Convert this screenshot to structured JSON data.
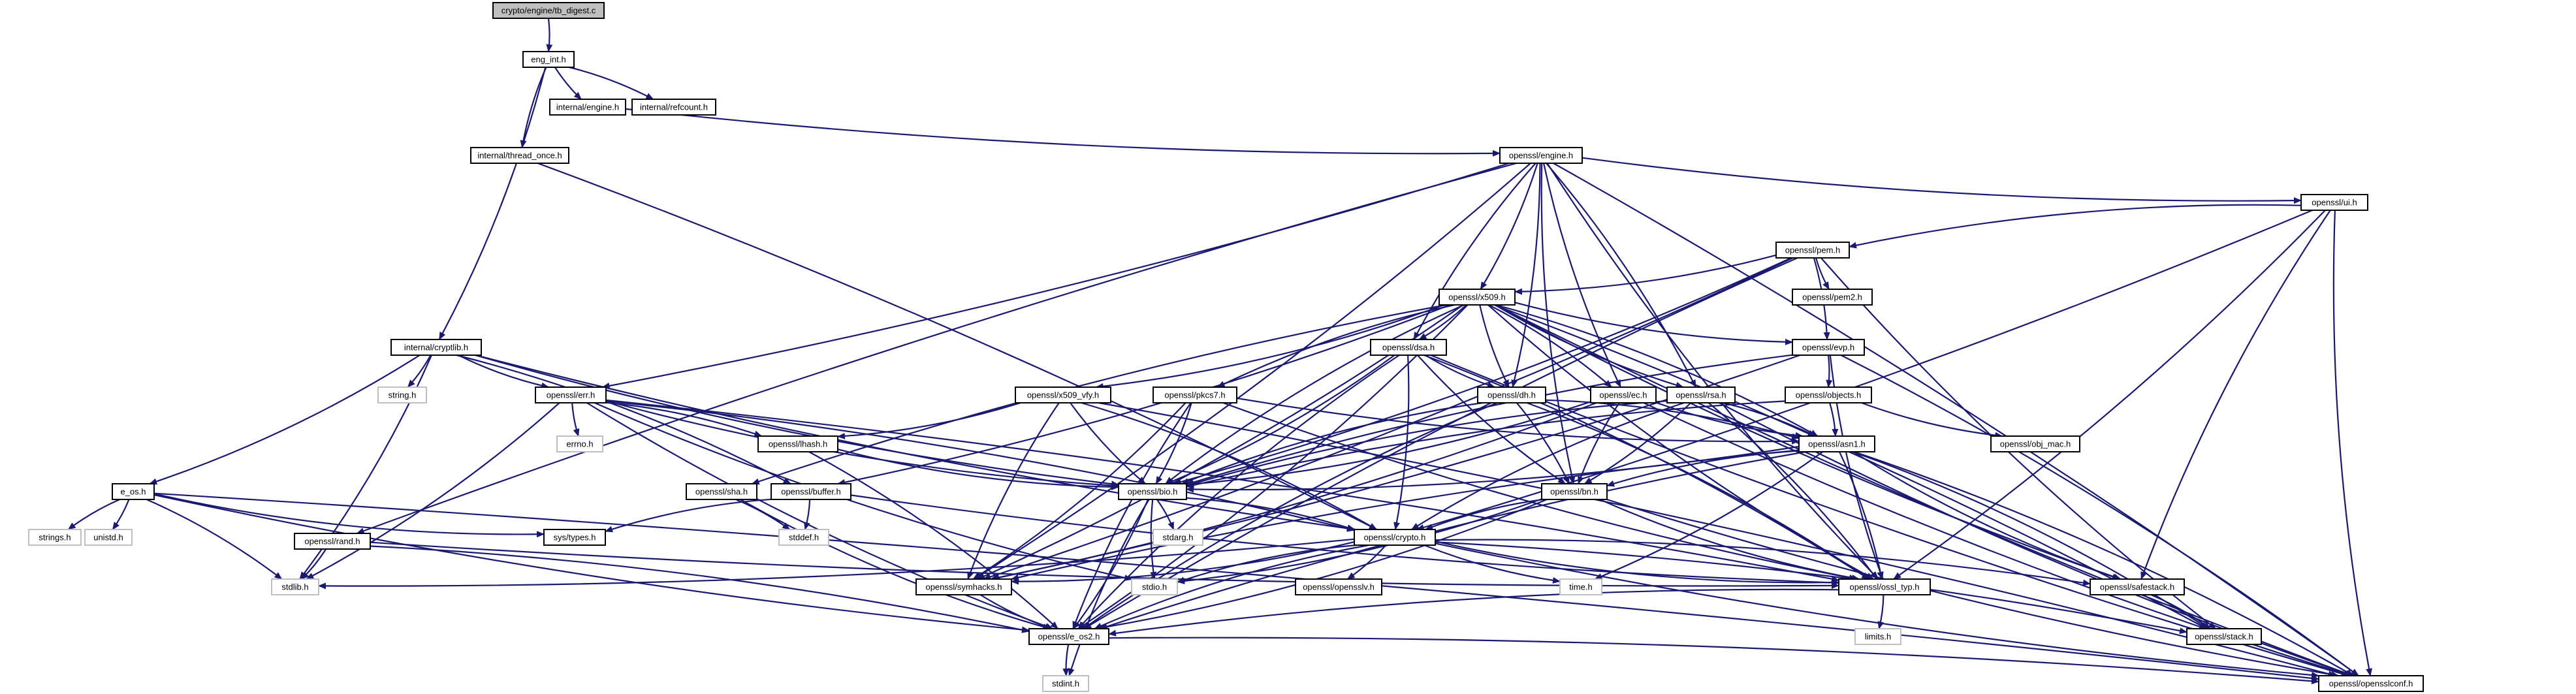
{
  "graph": {
    "title": "crypto/engine/tb_digest.c",
    "colors": {
      "edge": "#191970",
      "root_fill": "#bfbfbf",
      "node_fill": "#ffffff",
      "node_border": "#000000",
      "system_header_border": "#bfbfbf"
    },
    "nodes": [
      {
        "id": "tb_digest",
        "label": "crypto/engine/tb_digest.c",
        "kind": "root"
      },
      {
        "id": "eng_int",
        "label": "eng_int.h",
        "kind": "local"
      },
      {
        "id": "internal_engine",
        "label": "internal/engine.h",
        "kind": "local"
      },
      {
        "id": "internal_refcount",
        "label": "internal/refcount.h",
        "kind": "local"
      },
      {
        "id": "thread_once",
        "label": "internal/thread_once.h",
        "kind": "local"
      },
      {
        "id": "ossl_engine",
        "label": "openssl/engine.h",
        "kind": "local"
      },
      {
        "id": "ossl_ui",
        "label": "openssl/ui.h",
        "kind": "local"
      },
      {
        "id": "ossl_pem",
        "label": "openssl/pem.h",
        "kind": "local"
      },
      {
        "id": "ossl_pem2",
        "label": "openssl/pem2.h",
        "kind": "local"
      },
      {
        "id": "ossl_x509",
        "label": "openssl/x509.h",
        "kind": "local"
      },
      {
        "id": "cryptlib",
        "label": "internal/cryptlib.h",
        "kind": "local"
      },
      {
        "id": "string_h",
        "label": "string.h",
        "kind": "system"
      },
      {
        "id": "ossl_err",
        "label": "openssl/err.h",
        "kind": "local"
      },
      {
        "id": "errno_h",
        "label": "errno.h",
        "kind": "system"
      },
      {
        "id": "ossl_dsa",
        "label": "openssl/dsa.h",
        "kind": "local"
      },
      {
        "id": "ossl_evp",
        "label": "openssl/evp.h",
        "kind": "local"
      },
      {
        "id": "ossl_objects",
        "label": "openssl/objects.h",
        "kind": "local"
      },
      {
        "id": "ossl_obj_mac",
        "label": "openssl/obj_mac.h",
        "kind": "local"
      },
      {
        "id": "ossl_x509_vfy",
        "label": "openssl/x509_vfy.h",
        "kind": "local"
      },
      {
        "id": "ossl_pkcs7",
        "label": "openssl/pkcs7.h",
        "kind": "local"
      },
      {
        "id": "ossl_dh",
        "label": "openssl/dh.h",
        "kind": "local"
      },
      {
        "id": "ossl_ec",
        "label": "openssl/ec.h",
        "kind": "local"
      },
      {
        "id": "ossl_rsa",
        "label": "openssl/rsa.h",
        "kind": "local"
      },
      {
        "id": "ossl_asn1",
        "label": "openssl/asn1.h",
        "kind": "local"
      },
      {
        "id": "ossl_lhash",
        "label": "openssl/lhash.h",
        "kind": "local"
      },
      {
        "id": "e_os",
        "label": "e_os.h",
        "kind": "local"
      },
      {
        "id": "strings_h",
        "label": "strings.h",
        "kind": "system"
      },
      {
        "id": "unistd_h",
        "label": "unistd.h",
        "kind": "system"
      },
      {
        "id": "ossl_sha",
        "label": "openssl/sha.h",
        "kind": "local"
      },
      {
        "id": "ossl_buffer",
        "label": "openssl/buffer.h",
        "kind": "local"
      },
      {
        "id": "ossl_bio",
        "label": "openssl/bio.h",
        "kind": "local"
      },
      {
        "id": "ossl_bn",
        "label": "openssl/bn.h",
        "kind": "local"
      },
      {
        "id": "sys_types",
        "label": "sys/types.h",
        "kind": "local"
      },
      {
        "id": "stddef_h",
        "label": "stddef.h",
        "kind": "system"
      },
      {
        "id": "stdarg_h",
        "label": "stdarg.h",
        "kind": "system"
      },
      {
        "id": "ossl_crypto",
        "label": "openssl/crypto.h",
        "kind": "local"
      },
      {
        "id": "ossl_rand",
        "label": "openssl/rand.h",
        "kind": "local"
      },
      {
        "id": "stdlib_h",
        "label": "stdlib.h",
        "kind": "system"
      },
      {
        "id": "stdio_h",
        "label": "stdio.h",
        "kind": "system"
      },
      {
        "id": "ossl_opensslv",
        "label": "openssl/opensslv.h",
        "kind": "local"
      },
      {
        "id": "time_h",
        "label": "time.h",
        "kind": "system"
      },
      {
        "id": "ossl_symhacks",
        "label": "openssl/symhacks.h",
        "kind": "local"
      },
      {
        "id": "ossl_ossl_typ",
        "label": "openssl/ossl_typ.h",
        "kind": "local"
      },
      {
        "id": "ossl_safestack",
        "label": "openssl/safestack.h",
        "kind": "local"
      },
      {
        "id": "limits_h",
        "label": "limits.h",
        "kind": "system"
      },
      {
        "id": "ossl_e_os2",
        "label": "openssl/e_os2.h",
        "kind": "local"
      },
      {
        "id": "ossl_stack",
        "label": "openssl/stack.h",
        "kind": "local"
      },
      {
        "id": "stdint_h",
        "label": "stdint.h",
        "kind": "system"
      },
      {
        "id": "ossl_opensslconf",
        "label": "openssl/opensslconf.h",
        "kind": "local"
      }
    ],
    "edges": [
      [
        "tb_digest",
        "eng_int"
      ],
      [
        "eng_int",
        "internal_engine"
      ],
      [
        "eng_int",
        "internal_refcount"
      ],
      [
        "eng_int",
        "thread_once"
      ],
      [
        "eng_int",
        "cryptlib"
      ],
      [
        "internal_engine",
        "ossl_engine"
      ],
      [
        "thread_once",
        "ossl_crypto"
      ],
      [
        "ossl_engine",
        "ossl_ui"
      ],
      [
        "ossl_engine",
        "ossl_x509"
      ],
      [
        "ossl_engine",
        "ossl_dsa"
      ],
      [
        "ossl_engine",
        "ossl_dh"
      ],
      [
        "ossl_engine",
        "ossl_ec"
      ],
      [
        "ossl_engine",
        "ossl_rsa"
      ],
      [
        "ossl_engine",
        "ossl_bn"
      ],
      [
        "ossl_engine",
        "ossl_err"
      ],
      [
        "ossl_engine",
        "ossl_rand"
      ],
      [
        "ossl_engine",
        "ossl_symhacks"
      ],
      [
        "ossl_engine",
        "ossl_ossl_typ"
      ],
      [
        "ossl_engine",
        "ossl_opensslconf"
      ],
      [
        "ossl_ui",
        "ossl_pem"
      ],
      [
        "ossl_ui",
        "ossl_crypto"
      ],
      [
        "ossl_ui",
        "ossl_safestack"
      ],
      [
        "ossl_ui",
        "ossl_ossl_typ"
      ],
      [
        "ossl_ui",
        "ossl_opensslconf"
      ],
      [
        "ossl_pem",
        "ossl_x509"
      ],
      [
        "ossl_pem",
        "ossl_pem2"
      ],
      [
        "ossl_pem",
        "ossl_evp"
      ],
      [
        "ossl_pem",
        "ossl_e_os2"
      ],
      [
        "ossl_pem",
        "ossl_bio"
      ],
      [
        "ossl_pem",
        "ossl_stack"
      ],
      [
        "ossl_pem",
        "ossl_symhacks"
      ],
      [
        "ossl_x509",
        "ossl_evp"
      ],
      [
        "ossl_x509",
        "ossl_x509_vfy"
      ],
      [
        "ossl_x509",
        "ossl_pkcs7"
      ],
      [
        "ossl_x509",
        "ossl_dsa"
      ],
      [
        "ossl_x509",
        "ossl_dh"
      ],
      [
        "ossl_x509",
        "ossl_ec"
      ],
      [
        "ossl_x509",
        "ossl_rsa"
      ],
      [
        "ossl_x509",
        "ossl_asn1"
      ],
      [
        "ossl_x509",
        "ossl_sha"
      ],
      [
        "ossl_x509",
        "ossl_buffer"
      ],
      [
        "ossl_x509",
        "ossl_bio"
      ],
      [
        "ossl_x509",
        "ossl_e_os2"
      ],
      [
        "ossl_x509",
        "ossl_safestack"
      ],
      [
        "ossl_x509",
        "ossl_symhacks"
      ],
      [
        "ossl_x509",
        "ossl_ossl_typ"
      ],
      [
        "ossl_x509",
        "ossl_stack"
      ],
      [
        "ossl_x509",
        "ossl_opensslconf"
      ],
      [
        "cryptlib",
        "string_h"
      ],
      [
        "cryptlib",
        "ossl_err"
      ],
      [
        "cryptlib",
        "e_os"
      ],
      [
        "cryptlib",
        "ossl_crypto"
      ],
      [
        "cryptlib",
        "ossl_buffer"
      ],
      [
        "cryptlib",
        "ossl_bio"
      ],
      [
        "cryptlib",
        "stdlib_h"
      ],
      [
        "ossl_err",
        "errno_h"
      ],
      [
        "ossl_err",
        "ossl_lhash"
      ],
      [
        "ossl_err",
        "ossl_bio"
      ],
      [
        "ossl_err",
        "ossl_crypto"
      ],
      [
        "ossl_err",
        "ossl_e_os2"
      ],
      [
        "ossl_err",
        "ossl_ossl_typ"
      ],
      [
        "ossl_err",
        "stdio_h"
      ],
      [
        "ossl_err",
        "stdlib_h"
      ],
      [
        "ossl_dsa",
        "ossl_dh"
      ],
      [
        "ossl_dsa",
        "ossl_bio"
      ],
      [
        "ossl_dsa",
        "ossl_bn"
      ],
      [
        "ossl_dsa",
        "ossl_crypto"
      ],
      [
        "ossl_dsa",
        "ossl_e_os2"
      ],
      [
        "ossl_dsa",
        "ossl_ossl_typ"
      ],
      [
        "ossl_dsa",
        "ossl_opensslconf"
      ],
      [
        "ossl_evp",
        "ossl_objects"
      ],
      [
        "ossl_evp",
        "ossl_bio"
      ],
      [
        "ossl_evp",
        "ossl_symhacks"
      ],
      [
        "ossl_evp",
        "ossl_ossl_typ"
      ],
      [
        "ossl_evp",
        "ossl_opensslconf"
      ],
      [
        "ossl_objects",
        "ossl_obj_mac"
      ],
      [
        "ossl_objects",
        "ossl_asn1"
      ],
      [
        "ossl_objects",
        "ossl_bio"
      ],
      [
        "ossl_x509_vfy",
        "ossl_lhash"
      ],
      [
        "ossl_x509_vfy",
        "ossl_bio"
      ],
      [
        "ossl_x509_vfy",
        "ossl_crypto"
      ],
      [
        "ossl_x509_vfy",
        "ossl_symhacks"
      ],
      [
        "ossl_x509_vfy",
        "ossl_opensslconf"
      ],
      [
        "ossl_pkcs7",
        "ossl_asn1"
      ],
      [
        "ossl_pkcs7",
        "ossl_bio"
      ],
      [
        "ossl_pkcs7",
        "ossl_e_os2"
      ],
      [
        "ossl_pkcs7",
        "ossl_symhacks"
      ],
      [
        "ossl_pkcs7",
        "ossl_ossl_typ"
      ],
      [
        "ossl_dh",
        "ossl_asn1"
      ],
      [
        "ossl_dh",
        "ossl_bio"
      ],
      [
        "ossl_dh",
        "ossl_bn"
      ],
      [
        "ossl_dh",
        "ossl_e_os2"
      ],
      [
        "ossl_dh",
        "ossl_ossl_typ"
      ],
      [
        "ossl_ec",
        "ossl_asn1"
      ],
      [
        "ossl_ec",
        "ossl_bio"
      ],
      [
        "ossl_ec",
        "ossl_bn"
      ],
      [
        "ossl_ec",
        "ossl_symhacks"
      ],
      [
        "ossl_ec",
        "ossl_opensslconf"
      ],
      [
        "ossl_rsa",
        "ossl_asn1"
      ],
      [
        "ossl_rsa",
        "ossl_bio"
      ],
      [
        "ossl_rsa",
        "ossl_bn"
      ],
      [
        "ossl_rsa",
        "ossl_crypto"
      ],
      [
        "ossl_rsa",
        "ossl_ossl_typ"
      ],
      [
        "ossl_rsa",
        "ossl_opensslconf"
      ],
      [
        "ossl_asn1",
        "ossl_bio"
      ],
      [
        "ossl_asn1",
        "ossl_bn"
      ],
      [
        "ossl_asn1",
        "time_h"
      ],
      [
        "ossl_asn1",
        "ossl_safestack"
      ],
      [
        "ossl_asn1",
        "ossl_stack"
      ],
      [
        "ossl_asn1",
        "ossl_symhacks"
      ],
      [
        "ossl_asn1",
        "ossl_ossl_typ"
      ],
      [
        "ossl_asn1",
        "ossl_e_os2"
      ],
      [
        "ossl_asn1",
        "ossl_opensslconf"
      ],
      [
        "ossl_lhash",
        "ossl_bio"
      ],
      [
        "ossl_lhash",
        "ossl_e_os2"
      ],
      [
        "e_os",
        "strings_h"
      ],
      [
        "e_os",
        "unistd_h"
      ],
      [
        "e_os",
        "sys_types"
      ],
      [
        "e_os",
        "stdlib_h"
      ],
      [
        "e_os",
        "ossl_e_os2"
      ],
      [
        "e_os",
        "ossl_opensslconf"
      ],
      [
        "ossl_sha",
        "ossl_e_os2"
      ],
      [
        "ossl_sha",
        "stddef_h"
      ],
      [
        "ossl_buffer",
        "sys_types"
      ],
      [
        "ossl_buffer",
        "stddef_h"
      ],
      [
        "ossl_buffer",
        "ossl_ossl_typ"
      ],
      [
        "ossl_bio",
        "stdarg_h"
      ],
      [
        "ossl_bio",
        "stdio_h"
      ],
      [
        "ossl_bio",
        "ossl_crypto"
      ],
      [
        "ossl_bio",
        "stdint_h"
      ],
      [
        "ossl_bio",
        "ossl_e_os2"
      ],
      [
        "ossl_bn",
        "ossl_crypto"
      ],
      [
        "ossl_bn",
        "stdio_h"
      ],
      [
        "ossl_bn",
        "ossl_ossl_typ"
      ],
      [
        "ossl_bn",
        "ossl_e_os2"
      ],
      [
        "ossl_bn",
        "ossl_opensslconf"
      ],
      [
        "ossl_crypto",
        "stdlib_h"
      ],
      [
        "ossl_crypto",
        "stdio_h"
      ],
      [
        "ossl_crypto",
        "ossl_opensslv"
      ],
      [
        "ossl_crypto",
        "time_h"
      ],
      [
        "ossl_crypto",
        "ossl_symhacks"
      ],
      [
        "ossl_crypto",
        "ossl_ossl_typ"
      ],
      [
        "ossl_crypto",
        "ossl_safestack"
      ],
      [
        "ossl_crypto",
        "ossl_e_os2"
      ],
      [
        "ossl_crypto",
        "ossl_stack"
      ],
      [
        "ossl_crypto",
        "ossl_opensslconf"
      ],
      [
        "ossl_rand",
        "stdlib_h"
      ],
      [
        "ossl_rand",
        "ossl_ossl_typ"
      ],
      [
        "ossl_rand",
        "ossl_e_os2"
      ],
      [
        "ossl_symhacks",
        "ossl_e_os2"
      ],
      [
        "ossl_ossl_typ",
        "limits_h"
      ],
      [
        "ossl_ossl_typ",
        "ossl_e_os2"
      ],
      [
        "ossl_safestack",
        "ossl_stack"
      ],
      [
        "ossl_e_os2",
        "stdint_h"
      ],
      [
        "ossl_e_os2",
        "ossl_opensslconf"
      ]
    ]
  }
}
